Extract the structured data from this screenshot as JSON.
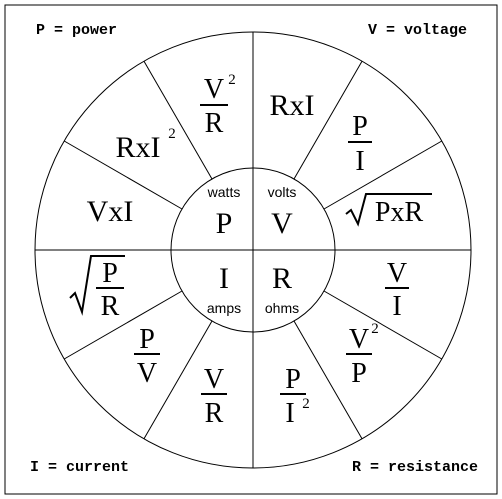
{
  "legend": {
    "power": "P = power",
    "voltage": "V = voltage",
    "current": "I = current",
    "resistance": "R = resistance"
  },
  "center": {
    "watts_unit": "watts",
    "power_symbol": "P",
    "volts_unit": "volts",
    "voltage_symbol": "V",
    "amps_unit": "amps",
    "current_symbol": "I",
    "ohms_unit": "ohms",
    "resistance_symbol": "R"
  },
  "formulas": {
    "v2_over_r_num": "V",
    "v2_over_r_exp": "2",
    "v2_over_r_den": "R",
    "r_x_i": "RxI",
    "p_over_i_num": "P",
    "p_over_i_den": "I",
    "r_x_i2_base": "RxI",
    "r_x_i2_exp": "2",
    "sqrt_pxr": "PxR",
    "v_x_i": "VxI",
    "sqrt_p_over_r_num": "P",
    "sqrt_p_over_r_den": "R",
    "v_over_i_num": "V",
    "v_over_i_den": "I",
    "p_over_v_num": "P",
    "p_over_v_den": "V",
    "v2_over_p_num": "V",
    "v2_over_p_exp": "2",
    "v2_over_p_den": "P",
    "v_over_r_num": "V",
    "v_over_r_den": "R",
    "p_over_i2_num": "P",
    "p_over_i2_den": "I",
    "p_over_i2_exp": "2"
  }
}
